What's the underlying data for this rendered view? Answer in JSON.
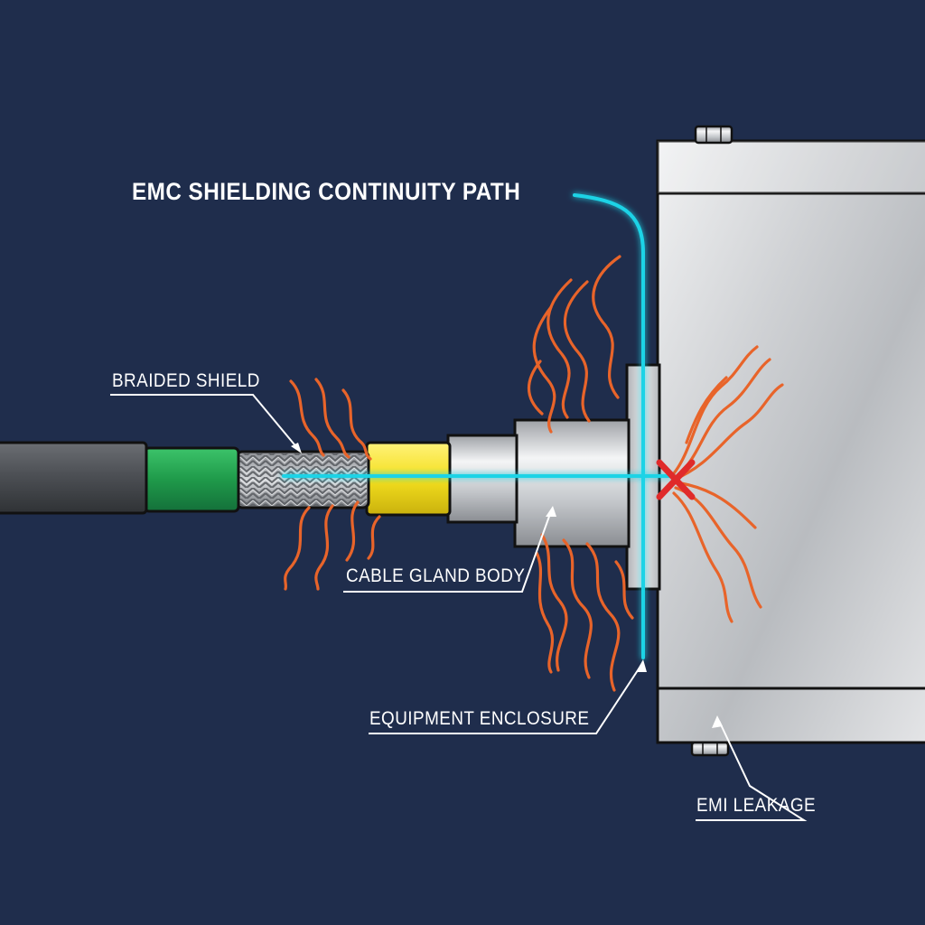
{
  "title": "EMC SHIELDING CONTINUITY PATH",
  "labels": {
    "braided_shield": "BRAIDED SHIELD",
    "cable_gland_body": "CABLE GLAND BODY",
    "equipment_enclosure": "EQUIPMENT ENCLOSURE",
    "emi_leakage": "EMI LEAKAGE"
  },
  "colors": {
    "background": "#1f2d4c",
    "outer_jacket": "#4a4d52",
    "green_insulation": "#1f9a4a",
    "yellow_sleeve": "#f4df1e",
    "continuity_path": "#1fd3e6",
    "emi_waves": "#e8642a",
    "break_marker": "#e02a2a",
    "metal": "#c9cbce"
  },
  "icons": [
    "break-x-icon",
    "hex-bolt-icon"
  ]
}
